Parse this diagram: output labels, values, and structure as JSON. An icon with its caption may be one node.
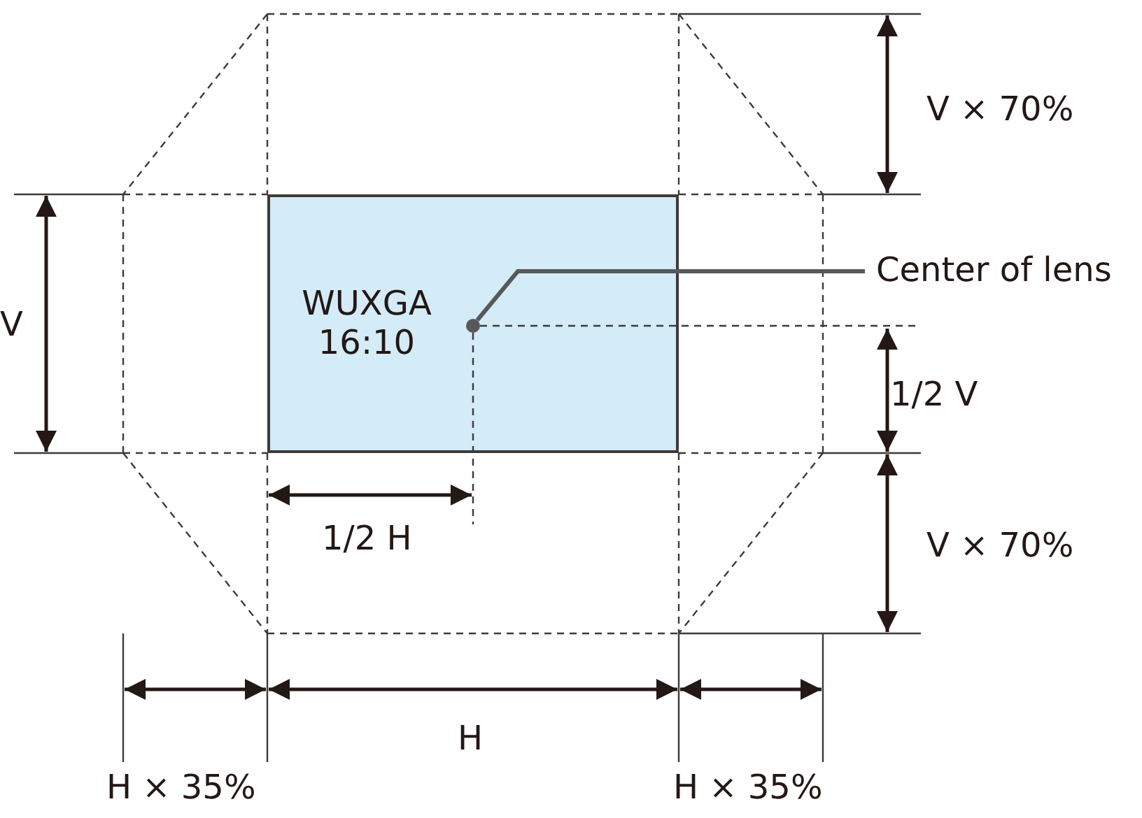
{
  "diagram": {
    "nodes": [
      {
        "text": [
          "WUXGA 16:10"
        ]
      },
      {
        "text": [
          "Center of lens"
        ]
      },
      {
        "text": [],
        "shape": "circle",
        "in": 0
      }
    ],
    "edges": [
      {
        "from": 1,
        "to": 2,
        "arrow": "none"
      }
    ],
    "labels": [
      "V × 70%",
      "V",
      "1/2 V",
      "V × 70%",
      "1/2 H",
      "H",
      "H × 35%",
      "H × 35%"
    ]
  }
}
